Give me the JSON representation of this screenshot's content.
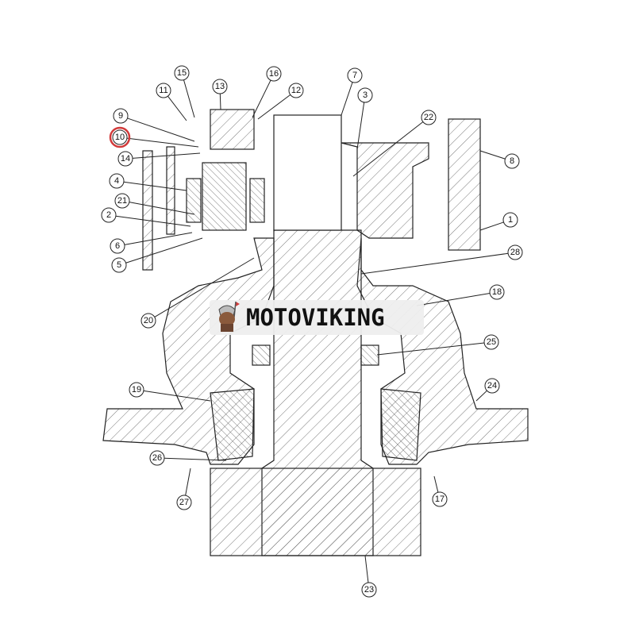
{
  "diagram": {
    "title": "Swing reduction gearbox exploded section",
    "highlighted_part": "10",
    "highlight_color": "#d23a3a",
    "line_color": "#222222",
    "callouts": [
      "15",
      "13",
      "16",
      "12",
      "11",
      "7",
      "3",
      "9",
      "10",
      "14",
      "22",
      "8",
      "4",
      "21",
      "2",
      "1",
      "6",
      "5",
      "28",
      "20",
      "18",
      "25",
      "24",
      "19",
      "26",
      "27",
      "17",
      "23"
    ]
  },
  "watermark": {
    "brand": "MOTOVIKING"
  }
}
